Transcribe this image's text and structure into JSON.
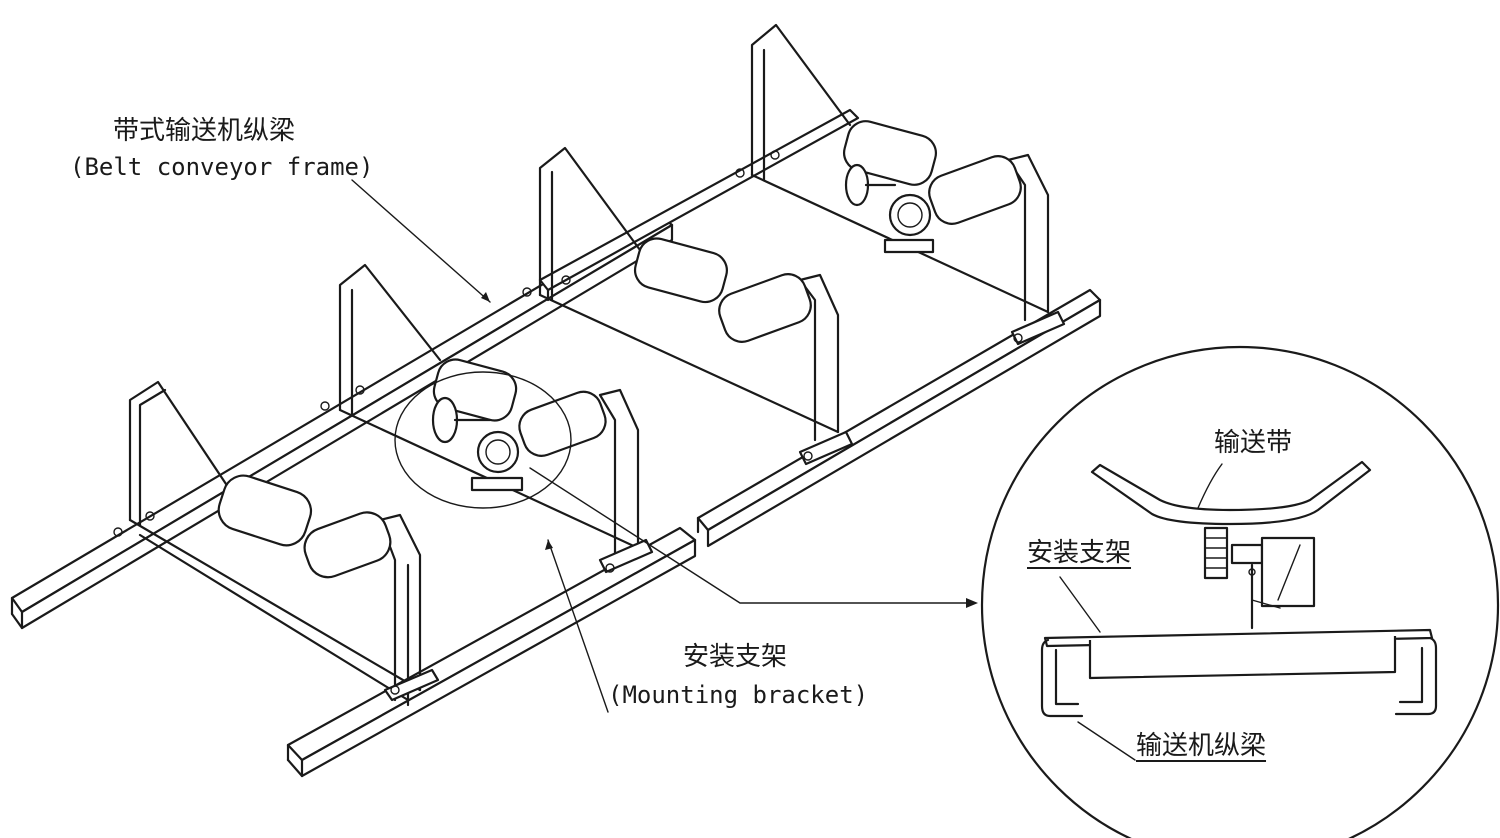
{
  "callouts": {
    "frame_cn": "带式输送机纵梁",
    "frame_en": "(Belt conveyor frame)",
    "bracket_cn": "安装支架",
    "bracket_en": "(Mounting bracket)"
  },
  "detail_view": {
    "belt_label": "输送带",
    "bracket_label": "安装支架",
    "frame_label": "输送机纵梁"
  }
}
